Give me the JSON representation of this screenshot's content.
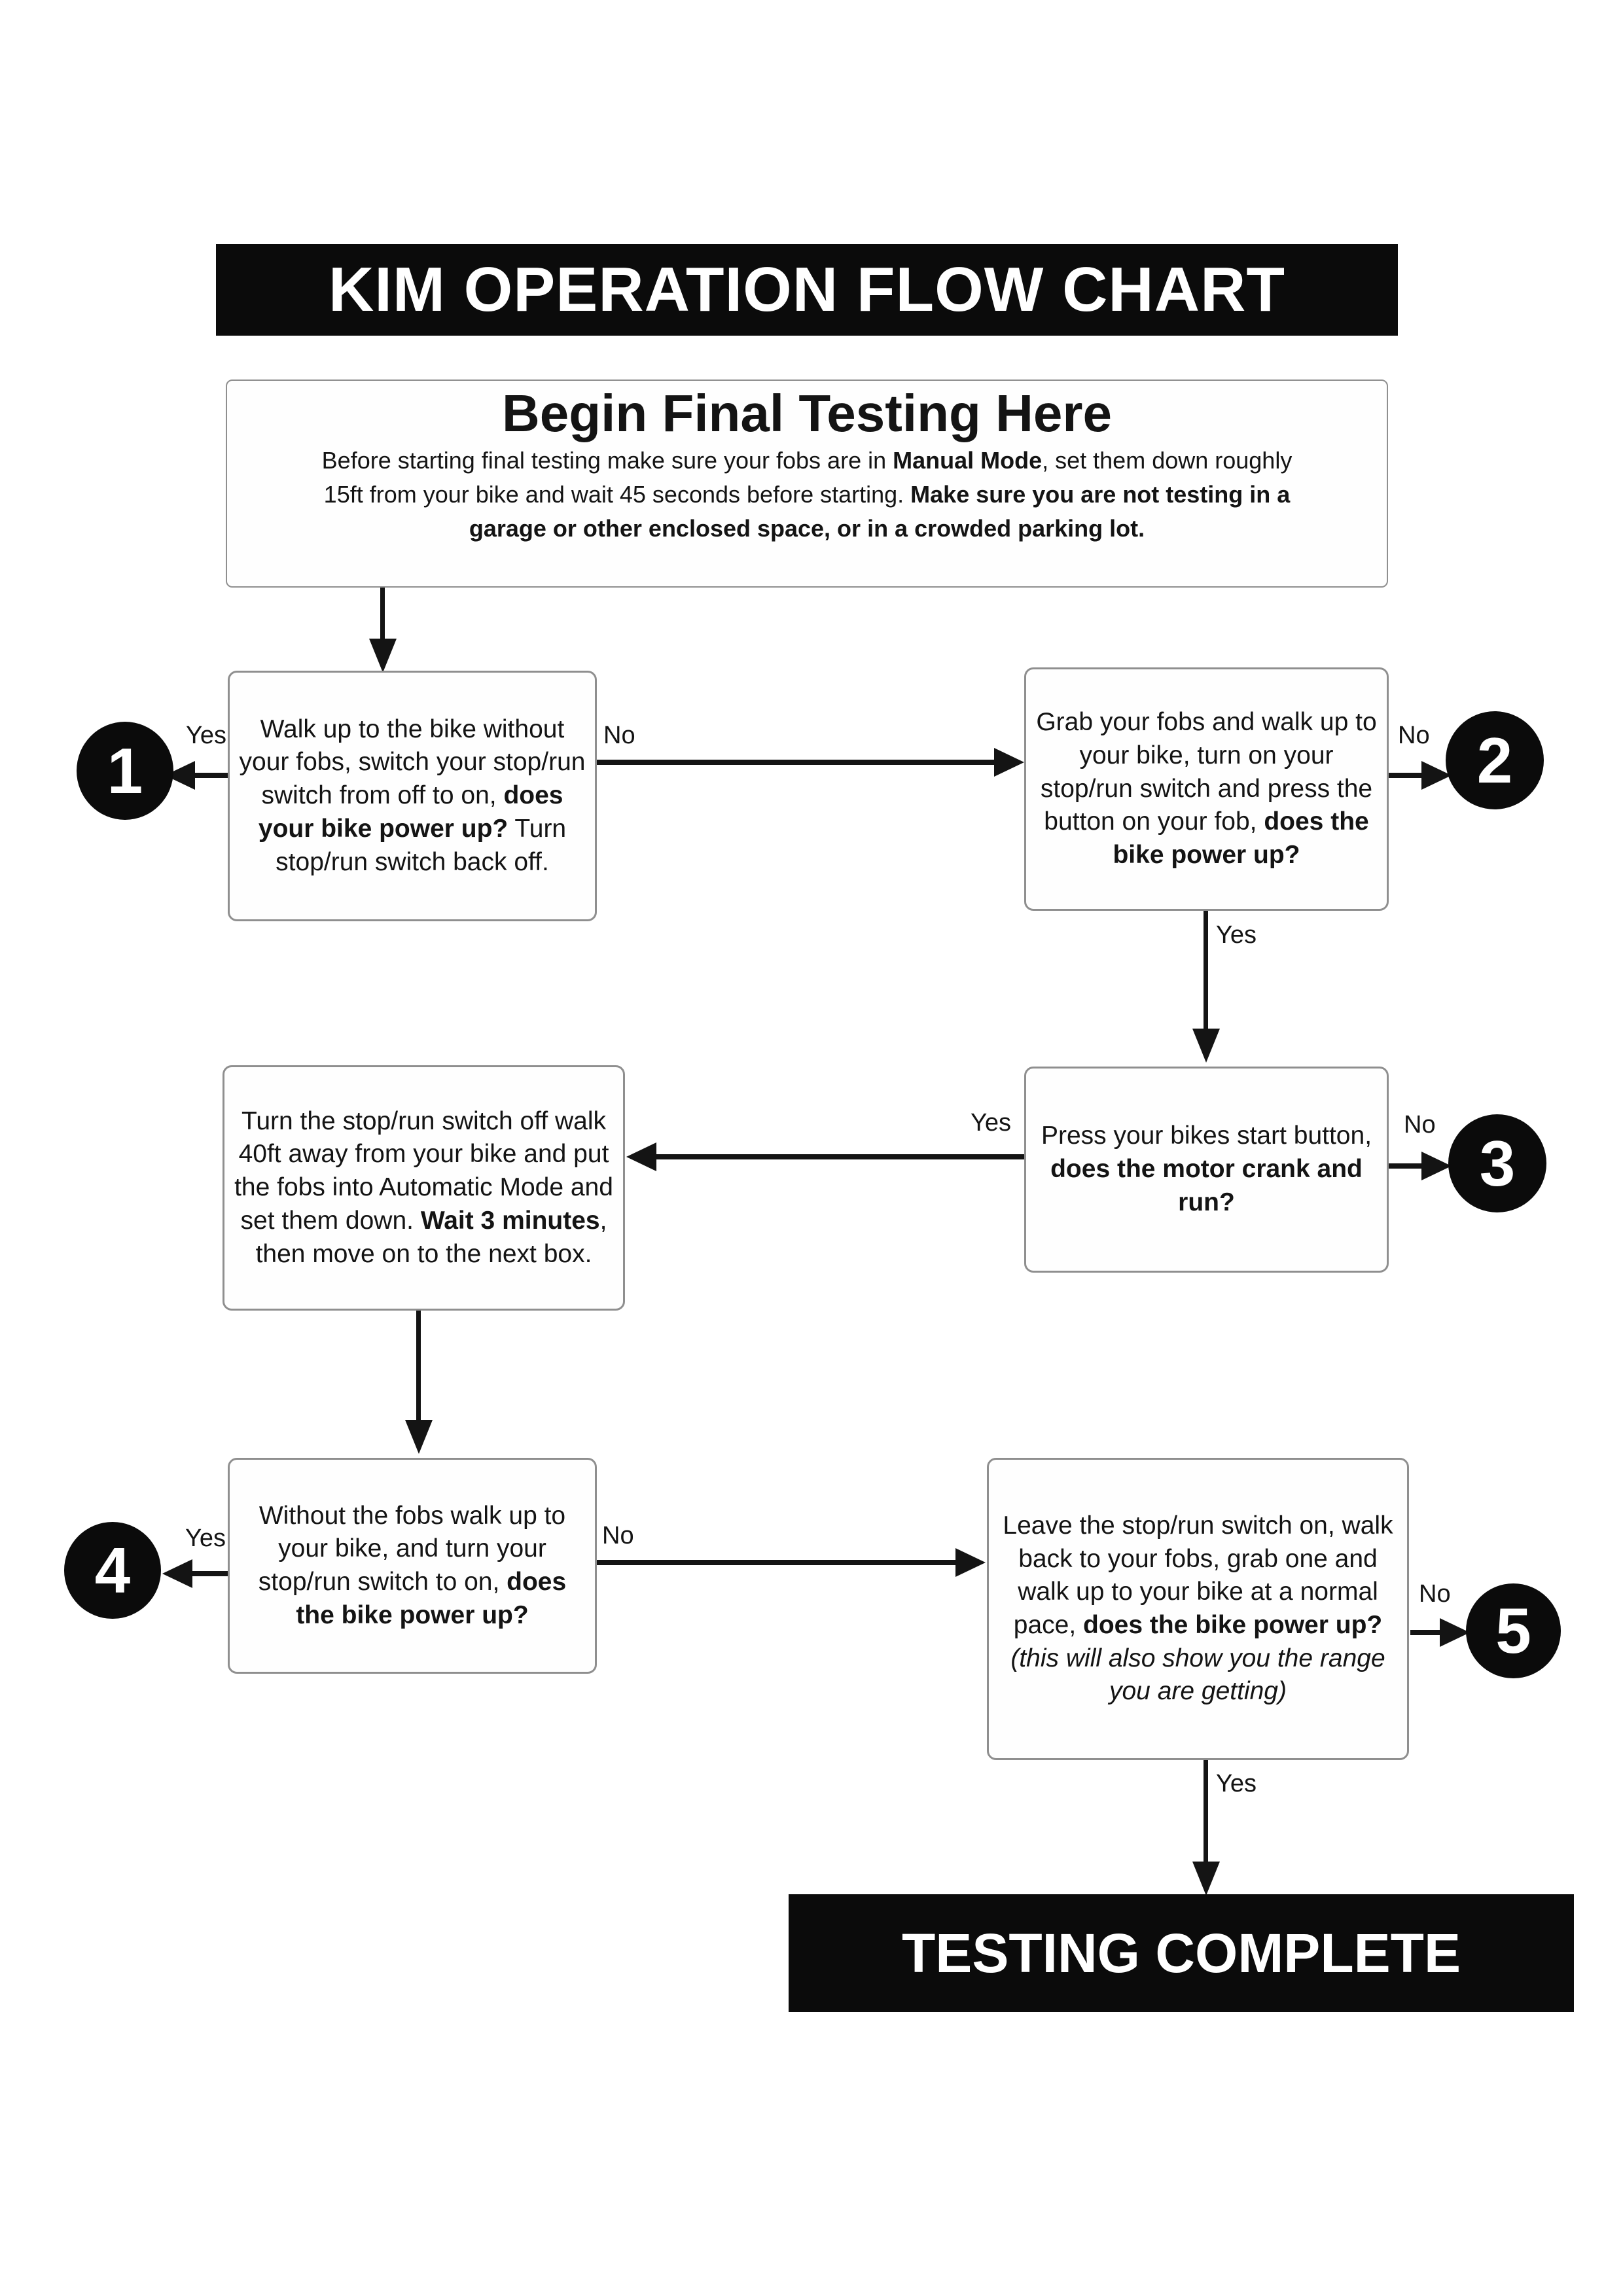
{
  "title": "KIM OPERATION FLOW CHART",
  "complete": "TESTING COMPLETE",
  "labels": {
    "yes": "Yes",
    "no": "No"
  },
  "begin": {
    "heading": "Begin Final Testing Here",
    "body": [
      {
        "t": "Before starting final testing make sure your fobs are in "
      },
      {
        "t": "Manual Mode",
        "b": true
      },
      {
        "t": ", set them down roughly 15ft from your bike and wait 45 seconds before starting. "
      },
      {
        "t": "Make sure you are not testing in a garage or other enclosed space, or in a crowded parking lot.",
        "b": true
      }
    ]
  },
  "nodes": {
    "q1": {
      "runs": [
        {
          "t": "Walk up to the bike without your fobs, switch your stop/run switch from off to on, "
        },
        {
          "t": "does your bike power up?",
          "b": true
        },
        {
          "t": " Turn stop/run switch back off."
        }
      ]
    },
    "q2": {
      "runs": [
        {
          "t": "Grab your fobs and walk up to your bike, turn on your stop/run switch and press the button on your fob, "
        },
        {
          "t": "does the bike power up?",
          "b": true
        }
      ]
    },
    "q3": {
      "runs": [
        {
          "t": "Press your bikes start button, "
        },
        {
          "t": "does the motor crank and run?",
          "b": true
        }
      ]
    },
    "mid": {
      "runs": [
        {
          "t": "Turn the stop/run switch off walk 40ft away from your bike and put the fobs into Automatic Mode and set them down. "
        },
        {
          "t": "Wait 3 minutes",
          "b": true
        },
        {
          "t": ", then move on to the next box."
        }
      ]
    },
    "q4": {
      "runs": [
        {
          "t": "Without the fobs walk up to your bike, and turn your stop/run switch to on, "
        },
        {
          "t": "does the bike power up?",
          "b": true
        }
      ]
    },
    "q5": {
      "runs": [
        {
          "t": "Leave the stop/run switch on, walk back to your fobs, grab one and walk up to your bike at a normal pace, "
        },
        {
          "t": "does the bike power up?",
          "b": true
        },
        {
          "t": " "
        },
        {
          "t": "(this will also show you the range you are getting)",
          "i": true
        }
      ]
    }
  },
  "endpoints": {
    "e1": "1",
    "e2": "2",
    "e3": "3",
    "e4": "4",
    "e5": "5"
  },
  "colors": {
    "page_bg": "#ffffff",
    "ink": "#141414",
    "bar_bg": "#0b0b0b",
    "bar_text": "#ffffff",
    "box_border": "#8f8f8f"
  }
}
